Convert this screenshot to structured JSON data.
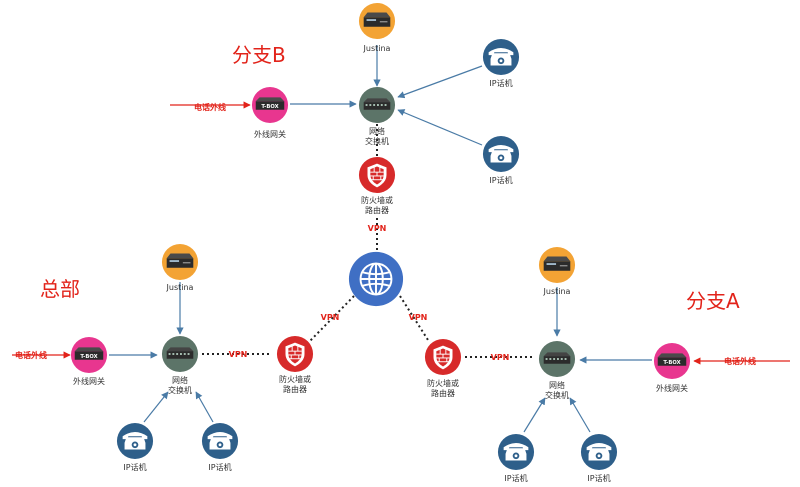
{
  "regions": {
    "branch_b": "分支B",
    "hq": "总部",
    "branch_a": "分支A"
  },
  "labels": {
    "justina": "Justina",
    "ip_phone": "IP话机",
    "gateway": "外线网关",
    "switch_l1": "网络",
    "switch_l2": "交换机",
    "firewall_l1": "防火墙或",
    "firewall_l2": "路由器",
    "vpn": "VPN",
    "outside_line": "电话外线",
    "tbox": "T-BOX"
  },
  "colors": {
    "orange": "#f3a334",
    "pink": "#e8368f",
    "dark_green": "#5c7468",
    "navy_circle": "#2e5f8a",
    "red": "#d72a2a",
    "blue_globe": "#3f6fc4",
    "arrow": "#4a7ba6",
    "accent_red": "#e2231a"
  },
  "icons": {
    "server": "server-device-icon",
    "phone": "telephone-icon",
    "gateway": "tbox-gateway-icon",
    "switch": "network-switch-icon",
    "firewall": "shield-firewall-icon",
    "internet": "globe-icon"
  }
}
